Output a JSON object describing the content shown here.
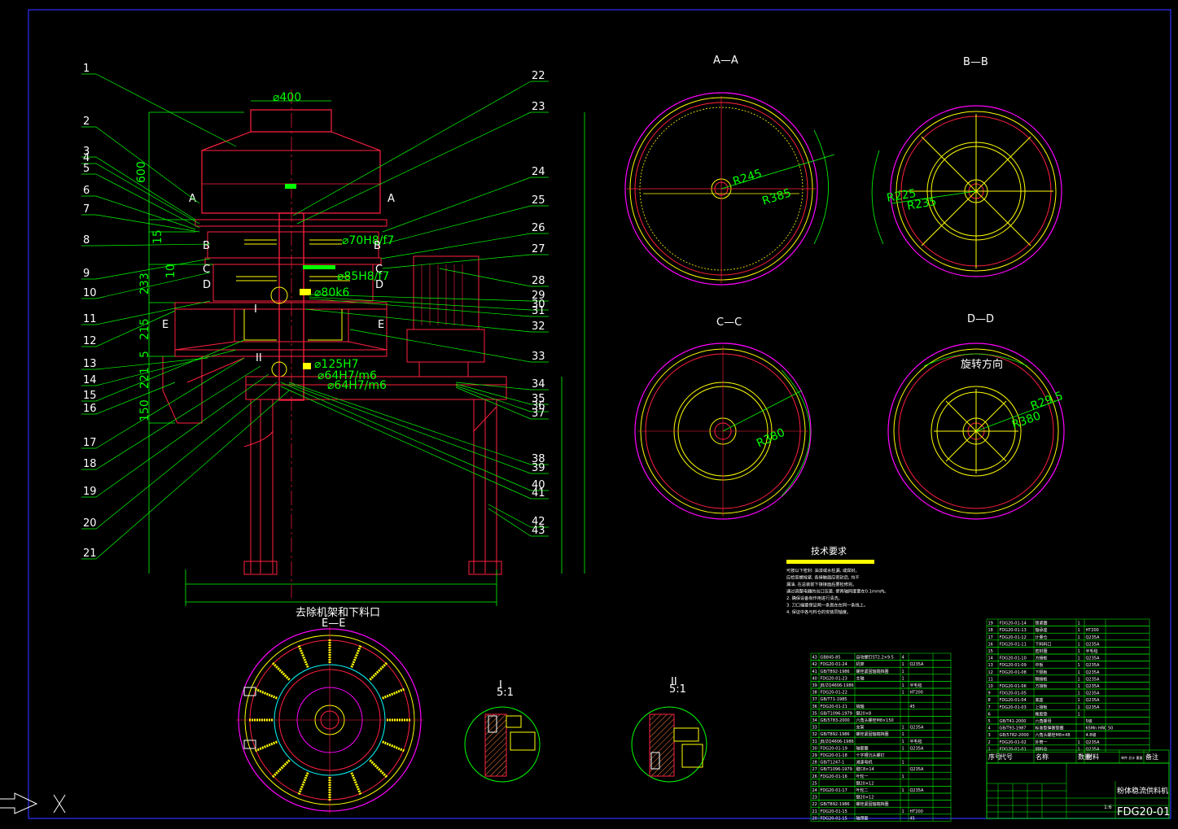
{
  "drawing": {
    "code": "FDG20-01",
    "title": "粉体稳流供料机",
    "scale": "1:6"
  },
  "main_view": {
    "diameter_top": "⌀400",
    "dims": [
      "600",
      "15",
      "10",
      "233",
      "215",
      "5",
      "221",
      "150"
    ],
    "fits": [
      "⌀70H8/f7",
      "⌀85H8/f7",
      "⌀80k6",
      "⌀125H7",
      "⌀64H7/m6",
      "⌀64H7/m6"
    ],
    "section_marks": [
      "A",
      "A",
      "B",
      "B",
      "C",
      "C",
      "D",
      "D",
      "E",
      "E",
      "I",
      "II"
    ],
    "balloons_left": [
      "1",
      "2",
      "3",
      "4",
      "5",
      "6",
      "7",
      "8",
      "9",
      "10",
      "11",
      "12",
      "13",
      "14",
      "15",
      "16",
      "17",
      "18",
      "19",
      "20",
      "21"
    ],
    "balloons_right": [
      "22",
      "23",
      "24",
      "25",
      "26",
      "27",
      "28",
      "29",
      "30",
      "31",
      "32",
      "33",
      "34",
      "35",
      "36",
      "37",
      "38",
      "39",
      "40",
      "41",
      "42",
      "43"
    ]
  },
  "sections": {
    "aa": {
      "title": "A—A",
      "r1": "R245",
      "r2": "R385"
    },
    "bb": {
      "title": "B—B",
      "r1": "R225",
      "r2": "R235"
    },
    "cc": {
      "title": "C—C",
      "r1": "R380"
    },
    "dd": {
      "title": "D—D",
      "r1": "R29.5",
      "r2": "R380",
      "note": "旋转方向"
    },
    "ee": {
      "title": "E—E",
      "caption": "去除机架和下料口"
    },
    "d1": {
      "title": "I",
      "scale": "5:1"
    },
    "d2": {
      "title": "II",
      "scale": "5:1"
    }
  },
  "tech": {
    "title": "技术要求",
    "lines": [
      "可按以下密封: 油漆或水柱漏, 或焊封。",
      "应检查螺栓紧, 各接触面应密封后, 均不",
      "漏油, 在总装前下接接面后要检修完。",
      "通过调整电器的出口压差, 使两轴同度量在0.1mm内。",
      "2. 确保设备有作用进行清洗。",
      "3. 刀口端要保证两一条直在在同一条线上。",
      "4. 保证中各与料仓的安装同轴度。"
    ]
  },
  "bom_left": [
    [
      "43",
      "GB845-85",
      "自攻螺钉ST2.2×9.5",
      "4",
      "",
      ""
    ],
    [
      "42",
      "FDG20-01-24",
      "机架",
      "1",
      "Q235A",
      ""
    ],
    [
      "41",
      "GB/T892-1986",
      "螺栓紧固轴端挡圈",
      "1",
      "",
      ""
    ],
    [
      "40",
      "FDG20-01-23",
      "主轴",
      "1",
      "",
      ""
    ],
    [
      "39",
      "JB/ZQ4606-1986",
      "",
      "1",
      "半毛毡",
      ""
    ],
    [
      "38",
      "FDG20-01-22",
      "",
      "1",
      "HT200",
      ""
    ],
    [
      "37",
      "GB/T71-1985",
      "",
      "",
      "",
      ""
    ],
    [
      "36",
      "FDG20-01-21",
      "销轴",
      "",
      "45",
      ""
    ],
    [
      "35",
      "GB/T1096-1979",
      "键20×8",
      "",
      "",
      ""
    ],
    [
      "34",
      "GB/5783-2000",
      "六角头螺栓M8×150",
      "",
      "",
      ""
    ],
    [
      "33",
      "",
      "支架",
      "1",
      "Q235A",
      ""
    ],
    [
      "32",
      "GB/T892-1986",
      "螺栓紧固轴端挡圈",
      "1",
      "",
      ""
    ],
    [
      "31",
      "JB/ZQ4606-1986",
      "",
      "1",
      "半毛毡",
      ""
    ],
    [
      "30",
      "FDG20-01-19",
      "轴套圈",
      "1",
      "Q235A",
      ""
    ],
    [
      "29",
      "FDG20-01-18",
      "十字槽沉头螺钉",
      "",
      "",
      ""
    ],
    [
      "28",
      "GB/T1247-1",
      "减速电机",
      "1",
      "",
      ""
    ],
    [
      "27",
      "GB/T1096-1979",
      "键C8×14",
      "",
      "Q235A",
      ""
    ],
    [
      "26",
      "FDG20-01-16",
      "叶轮一",
      "1",
      "",
      ""
    ],
    [
      "25",
      "",
      "键20×12",
      "",
      "",
      ""
    ],
    [
      "24",
      "FDG20-01-17",
      "叶轮二",
      "1",
      "Q235A",
      ""
    ],
    [
      "23",
      "",
      "键20×12",
      "",
      "",
      ""
    ],
    [
      "22",
      "GB/T892-1986",
      "螺栓紧固轴端挡圈",
      "",
      "",
      ""
    ],
    [
      "21",
      "FDG20-01-15",
      "",
      "1",
      "HT200",
      ""
    ],
    [
      "20",
      "FDG20-01-15",
      "轴颈套",
      "",
      "45",
      ""
    ]
  ],
  "bom_right": [
    [
      "19",
      "FDG20-01-14",
      "锁紧圈",
      "1",
      "",
      ""
    ],
    [
      "18",
      "FDG20-01-13",
      "轴承座",
      "1",
      "HT200",
      ""
    ],
    [
      "17",
      "FDG20-01-12",
      "计量仓",
      "1",
      "Q235A",
      ""
    ],
    [
      "16",
      "FDG20-01-11",
      "下料料口",
      "1",
      "Q235A",
      ""
    ],
    [
      "15",
      "",
      "密封圈",
      "1",
      "半毛毡",
      ""
    ],
    [
      "14",
      "FDG20-01-10",
      "方接板",
      "1",
      "Q235A",
      ""
    ],
    [
      "13",
      "FDG20-01-09",
      "中板",
      "1",
      "Q235A",
      ""
    ],
    [
      "12",
      "FDG20-01-08",
      "下隔板",
      "1",
      "Q235A",
      ""
    ],
    [
      "11",
      "",
      "隔接板",
      "1",
      "Q235A",
      ""
    ],
    [
      "10",
      "FDG20-01-06",
      "方接板",
      "1",
      "Q235A",
      ""
    ],
    [
      "9",
      "FDG20-01-05",
      "",
      "1",
      "Q235A",
      ""
    ],
    [
      "8",
      "FDG20-01-04",
      "底座",
      "1",
      "Q235A",
      ""
    ],
    [
      "7",
      "FDG20-01-03",
      "上接板",
      "1",
      "Q235A",
      ""
    ],
    [
      "6",
      "",
      "橡胶垫",
      "1",
      "",
      ""
    ],
    [
      "5",
      "GB/T41-2000",
      "六角螺母",
      "",
      "5级",
      ""
    ],
    [
      "4",
      "GB/T93-1987",
      "标准型弹簧垫圈",
      "",
      "65Mn HRC 50",
      ""
    ],
    [
      "3",
      "GB/5782-2000",
      "六角头螺栓M8×48",
      "",
      "4.8级",
      ""
    ],
    [
      "2",
      "FDG20-01-02",
      "外筒一",
      "1",
      "Q235A",
      ""
    ],
    [
      "1",
      "FDG20-01-01",
      "供料仓",
      "1",
      "Q235A",
      ""
    ]
  ],
  "bom_header": [
    "序号",
    "代号",
    "名称",
    "数量",
    "材料",
    "单件 总计 重量",
    "备注"
  ]
}
